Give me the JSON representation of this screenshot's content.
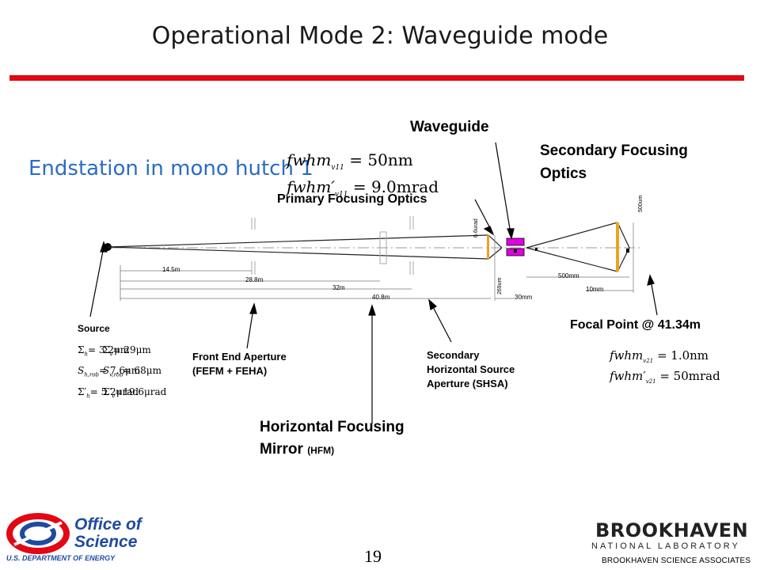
{
  "slide": {
    "title": "Operational Mode 2: Waveguide mode",
    "subtitle": "Endstation in mono hutch 1",
    "page_number": "19",
    "colors": {
      "title_bar": "#e30613",
      "subtitle": "#2b6cc4",
      "waveguide": "#e000e0",
      "mirror": "#f0a020"
    }
  },
  "labels": {
    "waveguide": "Waveguide",
    "secondary_focusing_1": "Secondary Focusing",
    "secondary_focusing_2": "Optics",
    "primary_focusing": "Primary Focusing Optics",
    "source": "Source",
    "front_end_1": "Front End Aperture",
    "front_end_2": "(FEFM + FEHA)",
    "shsa_1": "Secondary",
    "shsa_2": "Horizontal Source",
    "shsa_3": "Aperture (SHSA)",
    "hfm_1": "Horizontal Focusing",
    "hfm_2": "Mirror",
    "hfm_3": "(HFM)",
    "focal_point": "Focal Point @ 41.34m"
  },
  "equations": {
    "top_1_lhs": "fwhm",
    "top_1_sub": "v11",
    "top_1_rhs": "= 50nm",
    "top_2_lhs": "fwhm′",
    "top_2_sub": "v11",
    "top_2_rhs": "= 9.0mrad",
    "source_rows": [
      [
        "Σ",
        "h",
        "= 3.2μm",
        "Σ",
        "v",
        "= 29μm"
      ],
      [
        "S",
        "h,rob",
        "= 7.6μm",
        "S",
        "v,rob",
        "= 68μm"
      ],
      [
        "Σ′",
        "h",
        "= 5.2μrad",
        "Σ′",
        "v",
        "=19.6μrad"
      ]
    ],
    "focal_1_lhs": "fwhm",
    "focal_1_sub": "v21",
    "focal_1_rhs": "= 1.0nm",
    "focal_2_lhs": "fwhm′",
    "focal_2_sub": "v21",
    "focal_2_rhs": "= 50mrad"
  },
  "dimensions": {
    "d1": "14.5m",
    "d2": "28.8m",
    "d3": "32m",
    "d4": "40.8m",
    "d5": "30mm",
    "d6": "500mm",
    "d7": "10mm",
    "angle": "6.6urad",
    "v1": "269um",
    "v2": "500um"
  },
  "footer": {
    "office_1": "Office of",
    "office_2": "Science",
    "doe": "U.S. DEPARTMENT OF ENERGY",
    "bnl_1": "BROOKHAVEN",
    "bnl_2": "NATIONAL LABORATORY",
    "associates": "BROOKHAVEN SCIENCE ASSOCIATES"
  }
}
